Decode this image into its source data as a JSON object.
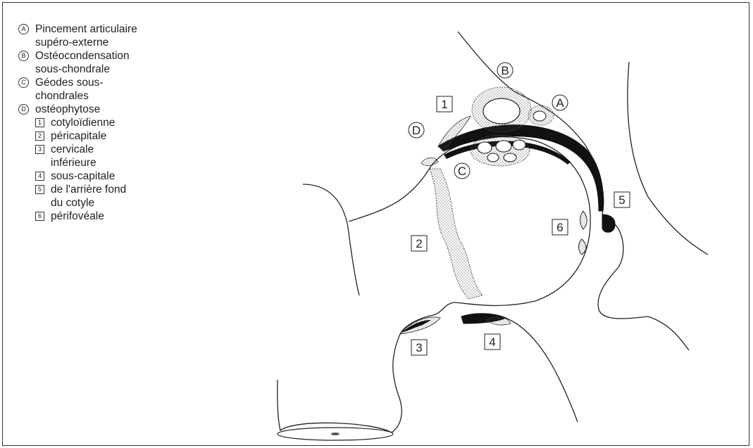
{
  "legend": {
    "A": {
      "marker": "A",
      "line1": "Pincement articulaire",
      "line2": "supéro-externe"
    },
    "B": {
      "marker": "B",
      "line1": "Ostéocondensation",
      "line2": "sous-chondrale"
    },
    "C": {
      "marker": "C",
      "line1": "Géodes sous-",
      "line2": "chondrales"
    },
    "D": {
      "marker": "D",
      "line1": "ostéophytose"
    },
    "sub": [
      {
        "marker": "1",
        "line1": "cotyloïdienne"
      },
      {
        "marker": "2",
        "line1": "péricapitale"
      },
      {
        "marker": "3",
        "line1": "cervicale",
        "line2": "inférieure"
      },
      {
        "marker": "4",
        "line1": "sous-capitale"
      },
      {
        "marker": "5",
        "line1": "de l'arrière fond",
        "line2": "du cotyle"
      },
      {
        "marker": "6",
        "line1": "périfovéale"
      }
    ]
  },
  "labels": {
    "A": "A",
    "B": "B",
    "C": "C",
    "D": "D",
    "n1": "1",
    "n2": "2",
    "n3": "3",
    "n4": "4",
    "n5": "5",
    "n6": "6"
  }
}
